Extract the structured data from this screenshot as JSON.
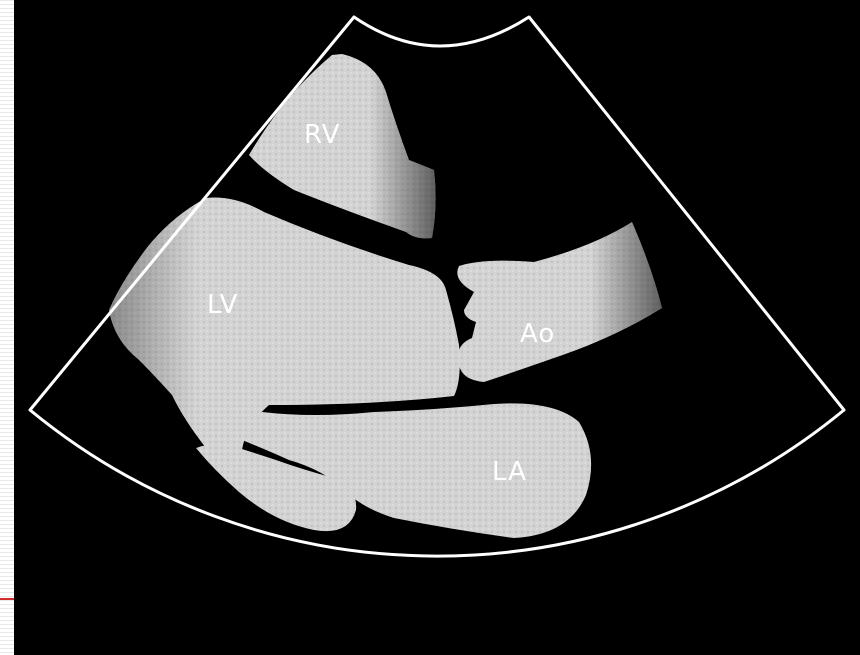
{
  "labels": {
    "rv": "RV",
    "lv": "LV",
    "ao": "Ao",
    "la": "LA"
  },
  "colors": {
    "background": "#000000",
    "tissue": "#d4d4d4",
    "sector_outline": "#ffffff",
    "label_text": "#ffffff",
    "margin_rule": "#d22b2b"
  }
}
